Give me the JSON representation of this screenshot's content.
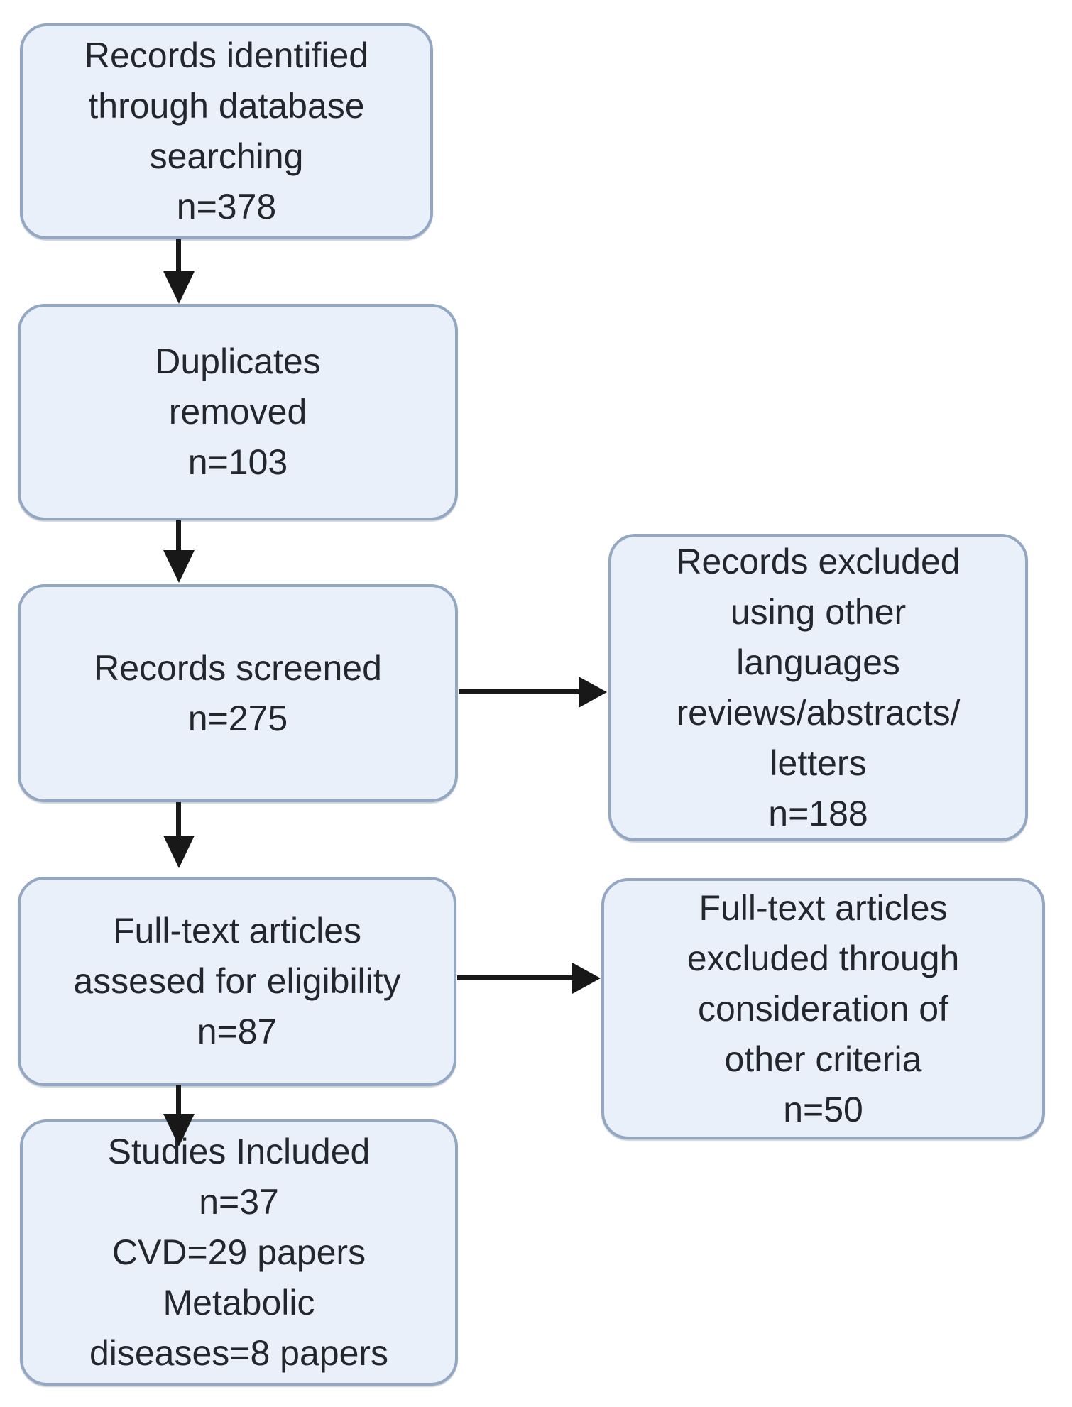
{
  "colors": {
    "page_bg": "#ffffff",
    "box_fill": "#e9f0fa",
    "box_border": "#93a7c3",
    "text_color": "#23272d",
    "arrow_color": "#181818"
  },
  "flowchart": {
    "nodes": {
      "records_identified": {
        "lines": [
          "Records identified",
          "through database",
          "searching",
          "n=378"
        ]
      },
      "duplicates_removed": {
        "lines": [
          "Duplicates",
          "removed",
          "n=103"
        ]
      },
      "records_screened": {
        "lines": [
          "Records screened",
          "n=275"
        ]
      },
      "records_excluded": {
        "lines": [
          "Records excluded",
          "using other",
          "languages",
          "reviews/abstracts/",
          "letters",
          "n=188"
        ]
      },
      "fulltext_assessed": {
        "lines": [
          "Full-text articles",
          "assesed for eligibility",
          "n=87"
        ]
      },
      "fulltext_excluded": {
        "lines": [
          "Full-text articles",
          "excluded through",
          "consideration of",
          "other criteria",
          "n=50"
        ]
      },
      "studies_included": {
        "lines": [
          "Studies Included",
          "n=37",
          "CVD=29 papers",
          "Metabolic",
          "diseases=8 papers"
        ]
      }
    }
  }
}
